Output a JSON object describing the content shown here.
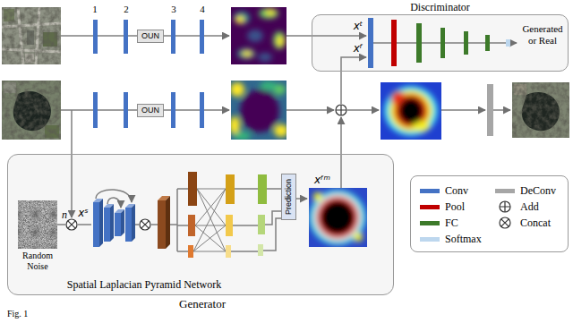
{
  "diagram": {
    "nodes": [
      {
        "text": [
          "Discriminator"
        ]
      },
      {
        "text": [
          "OUN"
        ]
      },
      {
        "text": [
          "OUN"
        ]
      },
      {
        "text": [
          "Spatial Laplacian Pyramid Network",
          "Generator"
        ]
      },
      {
        "text": [
          "Random Noise"
        ],
        "in": 3
      },
      {
        "text": [
          "Prediction"
        ],
        "in": 3
      }
    ],
    "labels": [
      "1",
      "2",
      "3",
      "4",
      "xᵗ",
      "xᶠ",
      "Generated or Real",
      "n",
      "xˢ",
      "xᶠᵐ",
      "Fig. 1"
    ],
    "legend": [
      {
        "text": "Conv",
        "color": "#4472c4"
      },
      {
        "text": "Pool",
        "color": "#c00000"
      },
      {
        "text": "FC",
        "color": "#3d7a2a"
      },
      {
        "text": "Softmax",
        "color": "#bdd7ee"
      },
      {
        "text": "DeConv",
        "color": "#a6a6a6"
      },
      {
        "text": "Add"
      },
      {
        "text": "Concat"
      }
    ]
  }
}
